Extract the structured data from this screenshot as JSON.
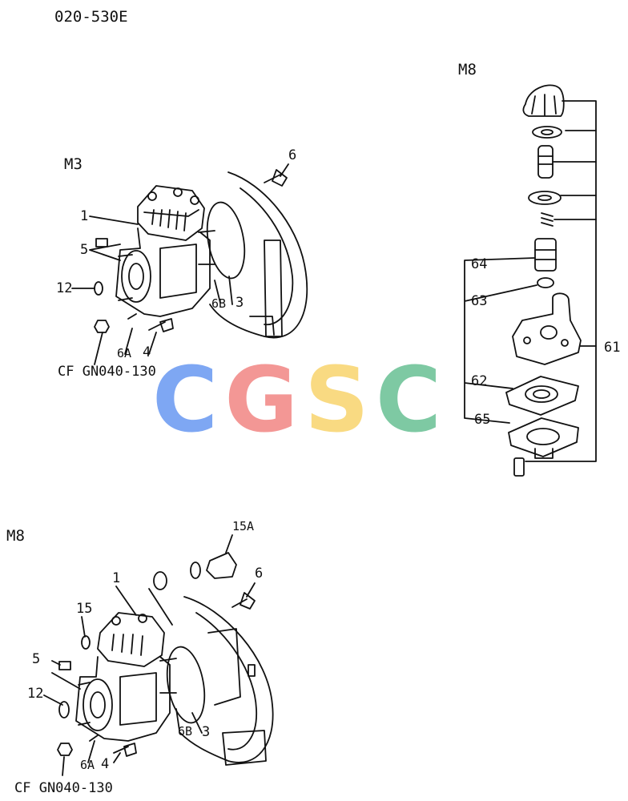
{
  "doc_code": "020-530E",
  "watermark": {
    "letters": [
      "C",
      "G",
      "S",
      "C"
    ],
    "colors": [
      "#5b8ff0",
      "#f07a78",
      "#f8d060",
      "#5aba8a"
    ]
  },
  "m3": {
    "title": "M3",
    "labels": {
      "p1": "1",
      "p3": "3",
      "p4": "4",
      "p5": "5",
      "p6": "6",
      "p6a": "6A",
      "p6b": "6B",
      "p12": "12",
      "ref": "CF GN040-130"
    }
  },
  "m8_right": {
    "title": "M8",
    "labels": {
      "p61": "61",
      "p62": "62",
      "p63": "63",
      "p64": "64",
      "p65": "65"
    }
  },
  "m8_bottom": {
    "title": "M8",
    "labels": {
      "p1": "1",
      "p3": "3",
      "p4": "4",
      "p5": "5",
      "p6": "6",
      "p6a": "6A",
      "p6b": "6B",
      "p12": "12",
      "p15": "15",
      "p15a": "15A",
      "ref": "CF GN040-130"
    }
  }
}
